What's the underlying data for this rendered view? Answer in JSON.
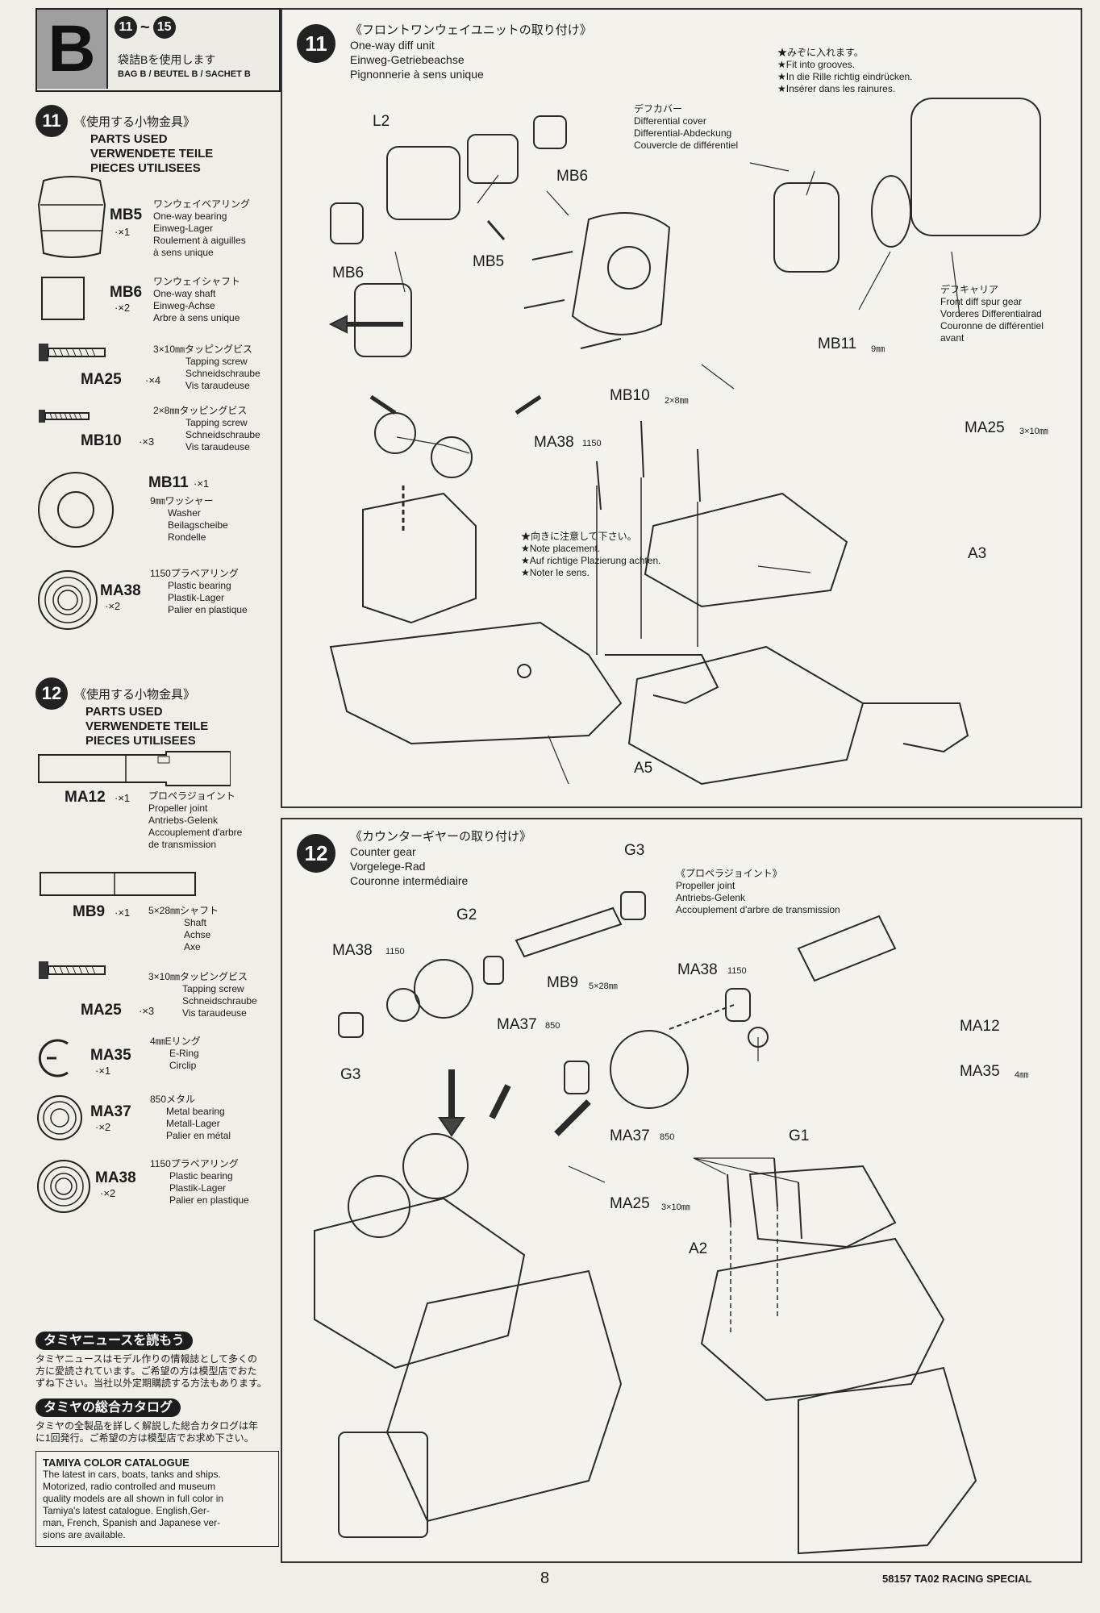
{
  "bag": {
    "letter": "B",
    "step_from": "11",
    "range_sep": "~",
    "step_to": "15",
    "jp": "袋詰Bを使用します",
    "sub": "BAG B / BEUTEL B / SACHET B"
  },
  "parts_lists": [
    {
      "step": "11",
      "jp": "《使用する小物金具》",
      "en": [
        "PARTS USED",
        "VERWENDETE TEILE",
        "PIECES UTILISEES"
      ],
      "items": [
        {
          "code": "MB5",
          "qty": "·×1",
          "jp": "ワンウェイベアリング",
          "names": [
            "One-way bearing",
            "Einweg-Lager",
            "Roulement à aiguilles",
            "à sens unique"
          ]
        },
        {
          "code": "MB6",
          "qty": "·×2",
          "jp": "ワンウェイシャフト",
          "names": [
            "One-way shaft",
            "Einweg-Achse",
            "Arbre à sens unique"
          ]
        },
        {
          "code": "MA25",
          "qty": "·×4",
          "jp": "3×10㎜タッピングビス",
          "names": [
            "Tapping screw",
            "Schneidschraube",
            "Vis taraudeuse"
          ]
        },
        {
          "code": "MB10",
          "qty": "·×3",
          "jp": "2×8㎜タッピングビス",
          "names": [
            "Tapping screw",
            "Schneidschraube",
            "Vis taraudeuse"
          ]
        },
        {
          "code": "MB11",
          "qty": "·×1",
          "jp": "9㎜ワッシャー",
          "names": [
            "Washer",
            "Beilagscheibe",
            "Rondelle"
          ]
        },
        {
          "code": "MA38",
          "qty": "·×2",
          "jp": "1150プラベアリング",
          "names": [
            "Plastic bearing",
            "Plastik-Lager",
            "Palier en plastique"
          ]
        }
      ]
    },
    {
      "step": "12",
      "jp": "《使用する小物金具》",
      "en": [
        "PARTS USED",
        "VERWENDETE TEILE",
        "PIECES UTILISEES"
      ],
      "items": [
        {
          "code": "MA12",
          "qty": "·×1",
          "jp": "プロペラジョイント",
          "names": [
            "Propeller joint",
            "Antriebs-Gelenk",
            "Accouplement d'arbre",
            "de transmission"
          ]
        },
        {
          "code": "MB9",
          "qty": "·×1",
          "jp": "5×28㎜シャフト",
          "names": [
            "Shaft",
            "Achse",
            "Axe"
          ]
        },
        {
          "code": "MA25",
          "qty": "·×3",
          "jp": "3×10㎜タッピングビス",
          "names": [
            "Tapping screw",
            "Schneidschraube",
            "Vis taraudeuse"
          ]
        },
        {
          "code": "MA35",
          "qty": "·×1",
          "jp": "4㎜Eリング",
          "names": [
            "E-Ring",
            "Circlip"
          ]
        },
        {
          "code": "MA37",
          "qty": "·×2",
          "jp": "850メタル",
          "names": [
            "Metal bearing",
            "Metall-Lager",
            "Palier en métal"
          ]
        },
        {
          "code": "MA38",
          "qty": "·×2",
          "jp": "1150プラベアリング",
          "names": [
            "Plastic bearing",
            "Plastik-Lager",
            "Palier en plastique"
          ]
        }
      ]
    }
  ],
  "news": {
    "head1": "タミヤニュースを読もう",
    "body1": [
      "タミヤニュースはモデル作りの情報誌として多くの",
      "方に愛読されています。ご希望の方は模型店でおた",
      "ずね下さい。当社以外定期購読する方法もあります。"
    ],
    "head2": "タミヤの総合カタログ",
    "body2": [
      "タミヤの全製品を詳しく解説した総合カタログは年",
      "に1回発行。ご希望の方は模型店でお求め下さい。"
    ],
    "cat_title": "TAMIYA COLOR CATALOGUE",
    "cat_body": [
      "The latest in cars, boats, tanks and ships.",
      "Motorized, radio controlled and museum",
      "quality models are all shown in full color in",
      "Tamiya's latest catalogue. English,Ger-",
      "man, French, Spanish and Japanese ver-",
      "sions are available."
    ]
  },
  "step11": {
    "num": "11",
    "jp": "《フロントワンウェイユニットの取り付け》",
    "en": [
      "One-way diff unit",
      "Einweg-Getriebeachse",
      "Pignonnerie à sens unique"
    ],
    "diff_cover": {
      "jp": "デフカバー",
      "lines": [
        "Differential cover",
        "Differential-Abdeckung",
        "Couvercle de différentiel"
      ]
    },
    "grooves": {
      "jp": "★みぞに入れます。",
      "lines": [
        "★Fit into grooves.",
        "★In die Rille richtig eindrücken.",
        "★Insérer dans les rainures."
      ]
    },
    "carrier": {
      "jp": "デフキャリア",
      "lines": [
        "Front diff spur gear",
        "Vorderes Differentialrad",
        "Couronne de différentiel",
        "avant"
      ]
    },
    "placement": {
      "jp": "★向きに注意して下さい。",
      "lines": [
        "★Note placement.",
        "★Auf richtige Plazierung achten.",
        "★Noter le sens."
      ]
    },
    "labels": {
      "l2": "L2",
      "mb6_top": "MB6",
      "mb6_left": "MB6",
      "mb5": "MB5",
      "mb11": "MB11",
      "mb11_size": "9㎜",
      "mb10": "MB10",
      "mb10_size": "2×8㎜",
      "ma38": "MA38",
      "ma38_size": "1150",
      "ma25": "MA25",
      "ma25_size": "3×10㎜",
      "a3": "A3",
      "a5": "A5"
    }
  },
  "step12": {
    "num": "12",
    "jp": "《カウンターギヤーの取り付け》",
    "en": [
      "Counter gear",
      "Vorgelege-Rad",
      "Couronne intermédiaire"
    ],
    "prop": {
      "jp": "《プロペラジョイント》",
      "lines": [
        "Propeller joint",
        "Antriebs-Gelenk",
        "Accouplement d'arbre de transmission"
      ]
    },
    "labels": {
      "g3_top": "G3",
      "g2": "G2",
      "ma38_l": "MA38",
      "ma38_l_size": "1150",
      "g3_bot": "G3",
      "ma37_l": "MA37",
      "ma37_l_size": "850",
      "mb9": "MB9",
      "mb9_size": "5×28㎜",
      "ma38_r": "MA38",
      "ma38_r_size": "1150",
      "ma12": "MA12",
      "ma35": "MA35",
      "ma35_size": "4㎜",
      "ma37_r": "MA37",
      "ma37_r_size": "850",
      "g1": "G1",
      "ma25": "MA25",
      "ma25_size": "3×10㎜",
      "a2": "A2"
    }
  },
  "footer": {
    "page": "8",
    "model": "58157 TA02 RACING SPECIAL"
  }
}
